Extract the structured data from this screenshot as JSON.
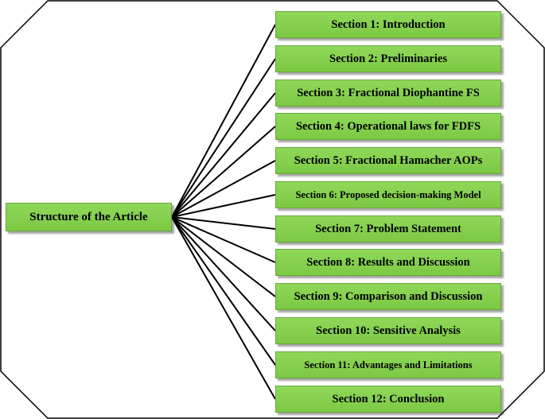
{
  "diagram": {
    "root": {
      "label": "Structure of the Article"
    },
    "sections": [
      {
        "label": "Section 1: Introduction"
      },
      {
        "label": "Section 2: Preliminaries"
      },
      {
        "label": "Section 3: Fractional Diophantine FS"
      },
      {
        "label": "Section 4: Operational laws for FDFS"
      },
      {
        "label": "Section 5: Fractional Hamacher AOPs"
      },
      {
        "label": "Section 6: Proposed decision-making Model"
      },
      {
        "label": "Section 7: Problem Statement"
      },
      {
        "label": "Section 8: Results and Discussion"
      },
      {
        "label": "Section 9: Comparison and Discussion"
      },
      {
        "label": "Section 10: Sensitive Analysis"
      },
      {
        "label": "Section 11: Advantages and Limitations"
      },
      {
        "label": "Section 12: Conclusion"
      }
    ],
    "colors": {
      "box_fill": "#7cc943",
      "box_border": "#6aa83a",
      "connector": "#000000",
      "frame": "#000000"
    }
  }
}
